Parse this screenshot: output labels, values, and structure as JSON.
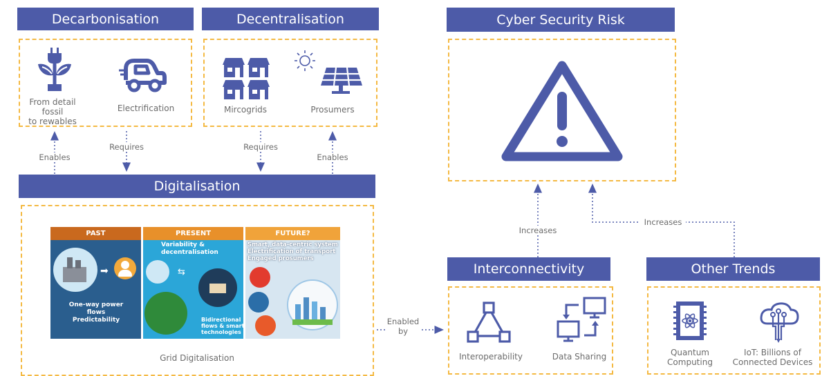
{
  "headers": {
    "decarbonisation": "Decarbonisation",
    "decentralisation": "Decentralisation",
    "cyber_security": "Cyber Security Risk",
    "digitalisation": "Digitalisation",
    "interconnectivity": "Interconnectivity",
    "other_trends": "Other Trends"
  },
  "items": {
    "fossil": "From detail fossil\nto rewables",
    "electrification": "Electrification",
    "microgrids": "Mircogrids",
    "prosumers": "Prosumers",
    "interoperability": "Interoperability",
    "data_sharing": "Data Sharing",
    "quantum": "Quantum\nComputing",
    "iot": "IoT: Billions of\nConnected Devices",
    "grid_caption": "Grid Digitalisation"
  },
  "connectors": {
    "enables_left": "Enables",
    "requires_left": "Requires",
    "requires_right": "Requires",
    "enables_right": "Enables",
    "increases_left": "Increases",
    "increases_right": "Increases",
    "enabled_by": "Enabled\nby"
  },
  "grid_image": {
    "past_title": "PAST",
    "present_title": "PRESENT",
    "future_title": "FUTURE?",
    "past_text": "One-way power\nflows\nPredictability",
    "present_top": "Variability &\ndecentralisation",
    "present_bottom": "Bidirectional\nflows & smart\ntechnologies",
    "future_text": "Smart, data-centric system\nElectrification of transport\nEngaged prosumers"
  },
  "colors": {
    "header_blue": "#4d5ba8",
    "icon_blue": "#4d5ba8",
    "dashed_border": "#f4b942",
    "past_panel": "#2a5e8e",
    "present_panel": "#2ba6d8",
    "future_panel": "#d7e6f1",
    "past_title": "#c9691e",
    "present_title": "#e8902a",
    "future_title": "#f0a33a"
  }
}
